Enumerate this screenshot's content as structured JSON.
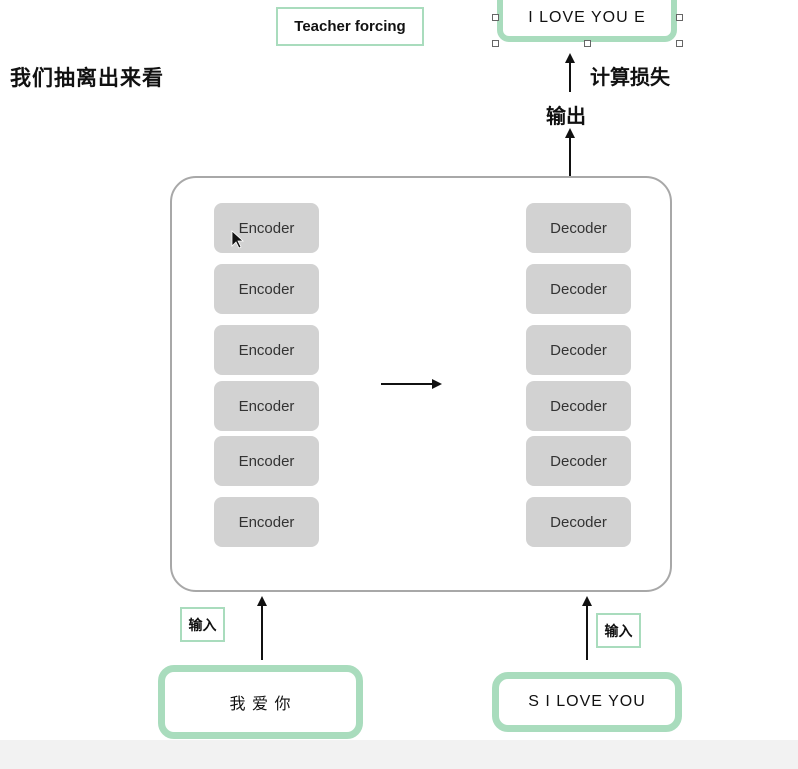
{
  "heading": "我们抽离出来看",
  "teacher_forcing_label": "Teacher forcing",
  "output_text": "I LOVE YOU E",
  "loss_label": "计算损失",
  "output_label": "输出",
  "encoders": [
    "Encoder",
    "Encoder",
    "Encoder",
    "Encoder",
    "Encoder",
    "Encoder"
  ],
  "decoders": [
    "Decoder",
    "Decoder",
    "Decoder",
    "Decoder",
    "Decoder",
    "Decoder"
  ],
  "encoder_input_label": "输入",
  "decoder_input_label": "输入",
  "encoder_input_text": "我 爱 你",
  "decoder_input_text": "S I LOVE YOU",
  "colors": {
    "accent_green": "#a9dcbd",
    "block_gray": "#d2d2d2",
    "frame_gray": "#a8a8a8"
  }
}
